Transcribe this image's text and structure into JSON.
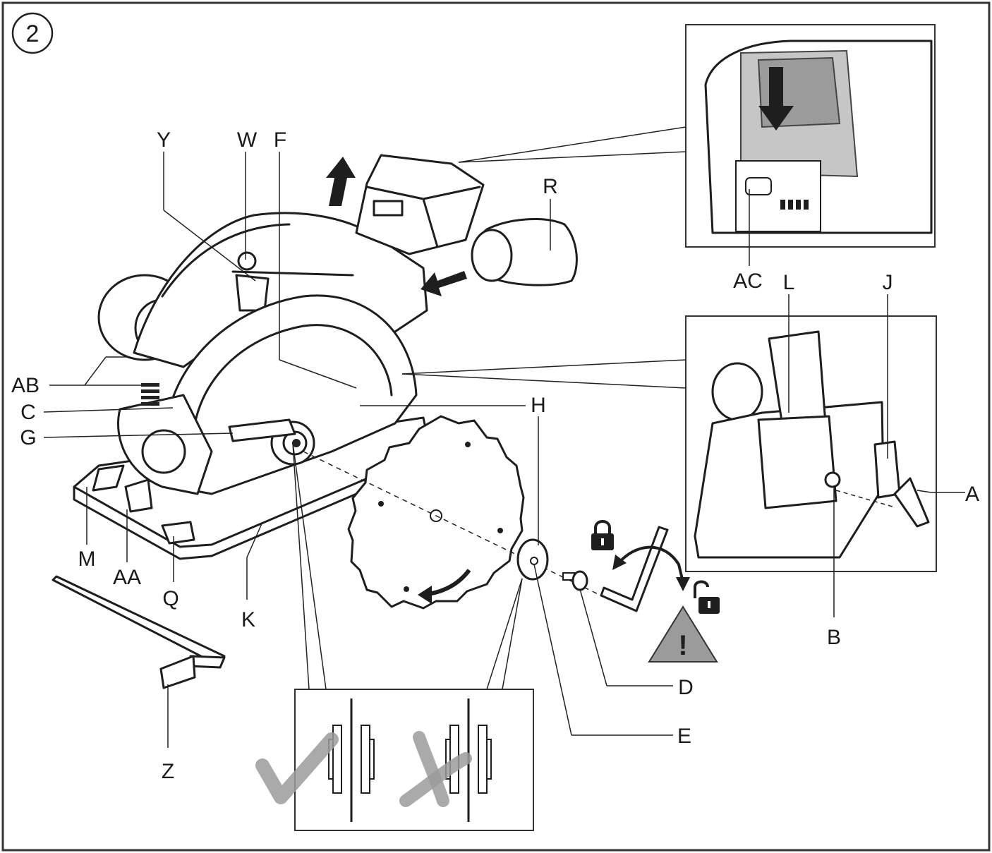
{
  "figure_number": "2",
  "labels": {
    "Y": "Y",
    "W": "W",
    "F": "F",
    "R": "R",
    "AC": "AC",
    "L": "L",
    "J": "J",
    "AB": "AB",
    "C": "C",
    "G": "G",
    "H": "H",
    "A": "A",
    "M": "M",
    "AA": "AA",
    "Q": "Q",
    "K": "K",
    "B": "B",
    "D": "D",
    "E": "E",
    "Z": "Z"
  },
  "warning_mark": "!",
  "icons": {
    "lock": "lock-icon",
    "unlock": "unlock-icon",
    "warning": "warning-triangle-icon",
    "correct": "check-mark-icon",
    "incorrect": "cross-mark-icon",
    "direction_arrow": "arrow-icon"
  },
  "colors": {
    "ink": "#1e1e1e",
    "mark_gray": "#9b9b9b",
    "panel_border": "#333333"
  }
}
